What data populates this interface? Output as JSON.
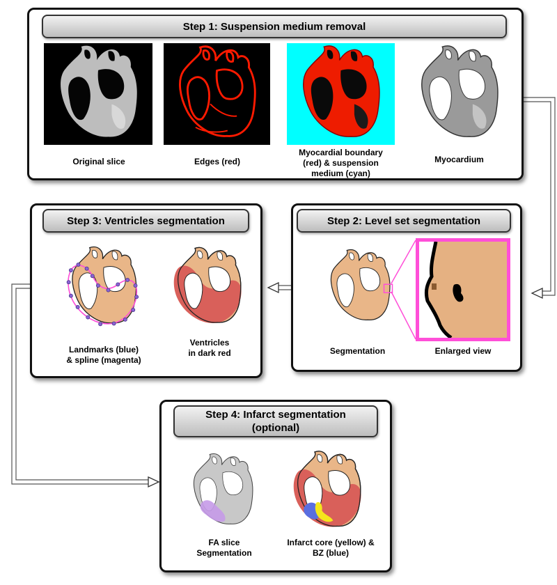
{
  "colors": {
    "panel_border": "#111111",
    "header_bg": "#d0d0d0",
    "cyan": "#00ffff",
    "edge_red": "#ff1a00",
    "tissue_tan": "#e9b688",
    "ventricle_red": "#d9605a",
    "magenta": "#ff4fd8",
    "landmark_blue": "#8a63d2",
    "infarct_yellow": "#f5e61c",
    "bz_blue": "#5a6ee0",
    "fa_violet": "#c59ae8"
  },
  "step1": {
    "title": "Step 1: Suspension medium removal",
    "captions": {
      "original": "Original slice",
      "edges": "Edges (red)",
      "boundary": [
        "Myocardial boundary",
        "(red) & suspension",
        "medium (cyan)"
      ],
      "myocardium": "Myocardium"
    }
  },
  "step2": {
    "title": "Step 2: Level set segmentation",
    "captions": {
      "segmentation": "Segmentation",
      "enlarged": "Enlarged view"
    }
  },
  "step3": {
    "title": "Step 3: Ventricles segmentation",
    "captions": {
      "landmarks": [
        "Landmarks (blue)",
        "& spline (magenta)"
      ],
      "ventricles": [
        "Ventricles",
        "in dark red"
      ]
    }
  },
  "step4": {
    "title": [
      "Step 4: Infarct segmentation",
      "(optional)"
    ],
    "captions": {
      "fa": [
        "FA slice",
        "Segmentation"
      ],
      "infarct": [
        "Infarct core (yellow) &",
        "BZ (blue)"
      ]
    }
  }
}
